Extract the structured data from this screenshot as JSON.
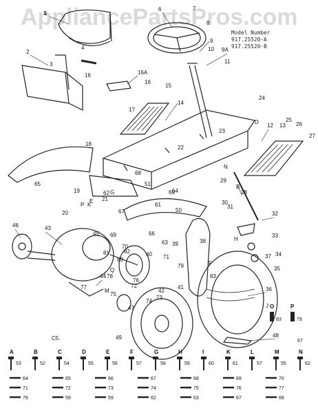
{
  "watermark": "AppliancePartsPros.com",
  "model": {
    "heading": "Model Number",
    "numbers": [
      "917.25520-A",
      "917.25520-B"
    ]
  },
  "figure_code": "C5.",
  "callouts": [
    "1",
    "2",
    "3",
    "4",
    "5",
    "6",
    "7",
    "8",
    "9",
    "10",
    "9A",
    "11",
    "12",
    "13",
    "14",
    "15",
    "16",
    "16A",
    "16",
    "17",
    "18",
    "19",
    "20",
    "21",
    "22",
    "23",
    "24",
    "25",
    "26",
    "27",
    "28",
    "29",
    "30",
    "31",
    "32",
    "33",
    "34",
    "35",
    "36",
    "37",
    "38",
    "39",
    "40",
    "41",
    "42",
    "43",
    "44",
    "45",
    "46",
    "47",
    "48",
    "49",
    "50",
    "51",
    "60",
    "61",
    "62",
    "63",
    "64",
    "65",
    "66",
    "67",
    "68",
    "69",
    "70",
    "71",
    "72",
    "73",
    "74",
    "75",
    "76",
    "77",
    "78",
    "79",
    "80",
    "81",
    "82",
    "83",
    "H",
    "F",
    "G",
    "M",
    "D",
    "N",
    "B",
    "E",
    "K",
    "P",
    "Q",
    "J"
  ],
  "fastener_legend": [
    {
      "letter": "A",
      "part": "53"
    },
    {
      "letter": "B",
      "part": "52"
    },
    {
      "letter": "C",
      "part": "54"
    },
    {
      "letter": "D",
      "part": "55"
    },
    {
      "letter": "E",
      "part": "56"
    },
    {
      "letter": "F",
      "part": "57"
    },
    {
      "letter": "G",
      "part": "58"
    },
    {
      "letter": "H",
      "part": "59"
    },
    {
      "letter": "I",
      "part": "60"
    },
    {
      "letter": "K",
      "part": "61"
    },
    {
      "letter": "L",
      "part": "57"
    },
    {
      "letter": "M",
      "part": "55"
    },
    {
      "letter": "N",
      "part": "62"
    }
  ],
  "legend_rows": [
    [
      "64",
      "65",
      "66",
      "67",
      "68",
      "69",
      "70"
    ],
    [
      "71",
      "72",
      "73",
      "74",
      "75",
      "76",
      "77"
    ],
    [
      "79",
      "59",
      "59",
      "62",
      "63",
      "67",
      "68"
    ]
  ],
  "extra_parts": [
    {
      "letter": "O",
      "part": "83"
    },
    {
      "letter": "P",
      "part": "79"
    }
  ],
  "extra_note": "67"
}
